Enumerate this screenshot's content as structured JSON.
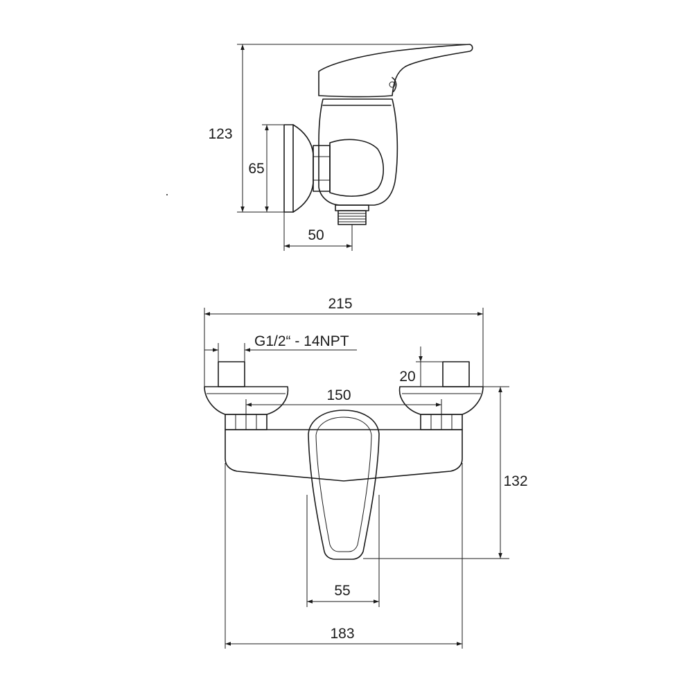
{
  "side_view": {
    "dim_overall_height": "123",
    "dim_wall_plate_height": "65",
    "dim_depth": "50"
  },
  "front_view": {
    "dim_overall_width": "215",
    "thread_callout": "G1/2“ - 14NPT",
    "dim_connector_height": "20",
    "dim_inlet_spacing": "150",
    "dim_height": "132",
    "dim_lever_width": "55",
    "dim_body_width": "183"
  }
}
